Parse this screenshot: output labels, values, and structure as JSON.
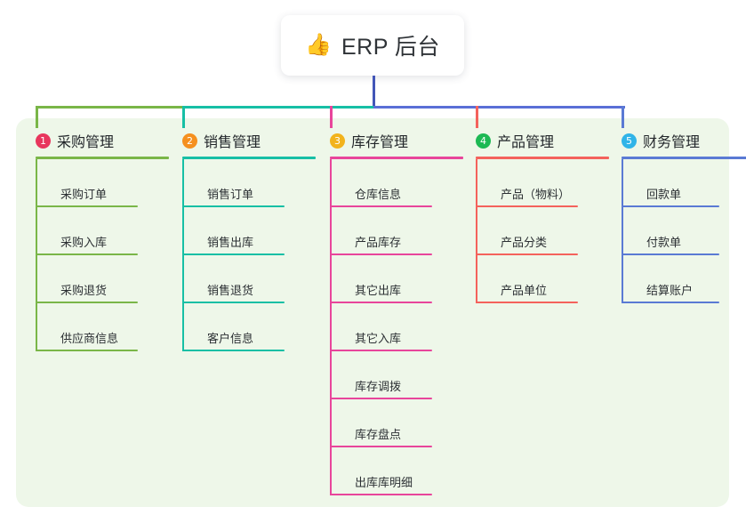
{
  "root": {
    "icon": "thumbs-up-icon",
    "emoji": "👍",
    "title": "ERP 后台"
  },
  "palette": {
    "canvas": "#ffffff",
    "panel": "#eef7e9",
    "root_stem": "#4356b8",
    "bus_left": "#7ab648",
    "bus_mid": "#17bfa5",
    "bus_right": "#5a6fd6",
    "text": "#2c3034"
  },
  "columns": [
    {
      "index": "1",
      "badge_color": "#e8365d",
      "line_color": "#7ab648",
      "title": "采购管理",
      "children": [
        "采购订单",
        "采购入库",
        "采购退货",
        "供应商信息"
      ]
    },
    {
      "index": "2",
      "badge_color": "#f5901f",
      "line_color": "#17bfa5",
      "title": "销售管理",
      "children": [
        "销售订单",
        "销售出库",
        "销售退货",
        "客户信息"
      ]
    },
    {
      "index": "3",
      "badge_color": "#f2b31c",
      "line_color": "#e8459b",
      "title": "库存管理",
      "children": [
        "仓库信息",
        "产品库存",
        "其它出库",
        "其它入库",
        "库存调拨",
        "库存盘点",
        "出库库明细"
      ]
    },
    {
      "index": "4",
      "badge_color": "#1db954",
      "line_color": "#f4625c",
      "title": "产品管理",
      "children": [
        "产品（物料）",
        "产品分类",
        "产品单位"
      ]
    },
    {
      "index": "5",
      "badge_color": "#30b4e8",
      "line_color": "#5a7ad4",
      "title": "财务管理",
      "children": [
        "回款单",
        "付款单",
        "结算账户"
      ]
    }
  ]
}
